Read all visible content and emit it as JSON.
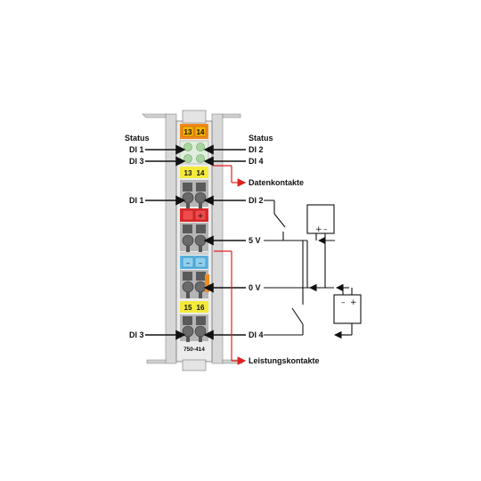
{
  "module": {
    "model": "750-414",
    "top_led_labels": [
      "13",
      "14"
    ],
    "mid_led_labels": [
      "13",
      "14"
    ],
    "bottom_led_labels": [
      "15",
      "16"
    ],
    "minus_symbol": "–"
  },
  "labels": {
    "status_left": "Status",
    "status_right": "Status",
    "di1_left": "DI 1",
    "di3_left": "DI 3",
    "di1_left_lower": "DI 1",
    "di3_left_lower": "DI 3",
    "di2_right": "DI 2",
    "di4_right": "DI 4",
    "di2_right_lower": "DI 2",
    "v5": "5 V",
    "v0": "0 V",
    "di4_right_lower": "DI 4",
    "datenkontakte": "Datenkontakte",
    "leistungskontakte": "Leistungskontakte"
  },
  "battery": {
    "top_plus": "+",
    "top_minus": "–",
    "bottom_minus": "–",
    "bottom_plus": "+"
  },
  "colors": {
    "orange": "#f08a1c",
    "orange_label": "#f4b400",
    "yellow": "#f5ea3a",
    "green_led": "#a9d6a0",
    "red": "#e02a2a",
    "blue": "#5bb7e6",
    "gray_body": "#9a9a9a",
    "dark_contact": "#5a5a5a",
    "red_line": "#e02020"
  }
}
